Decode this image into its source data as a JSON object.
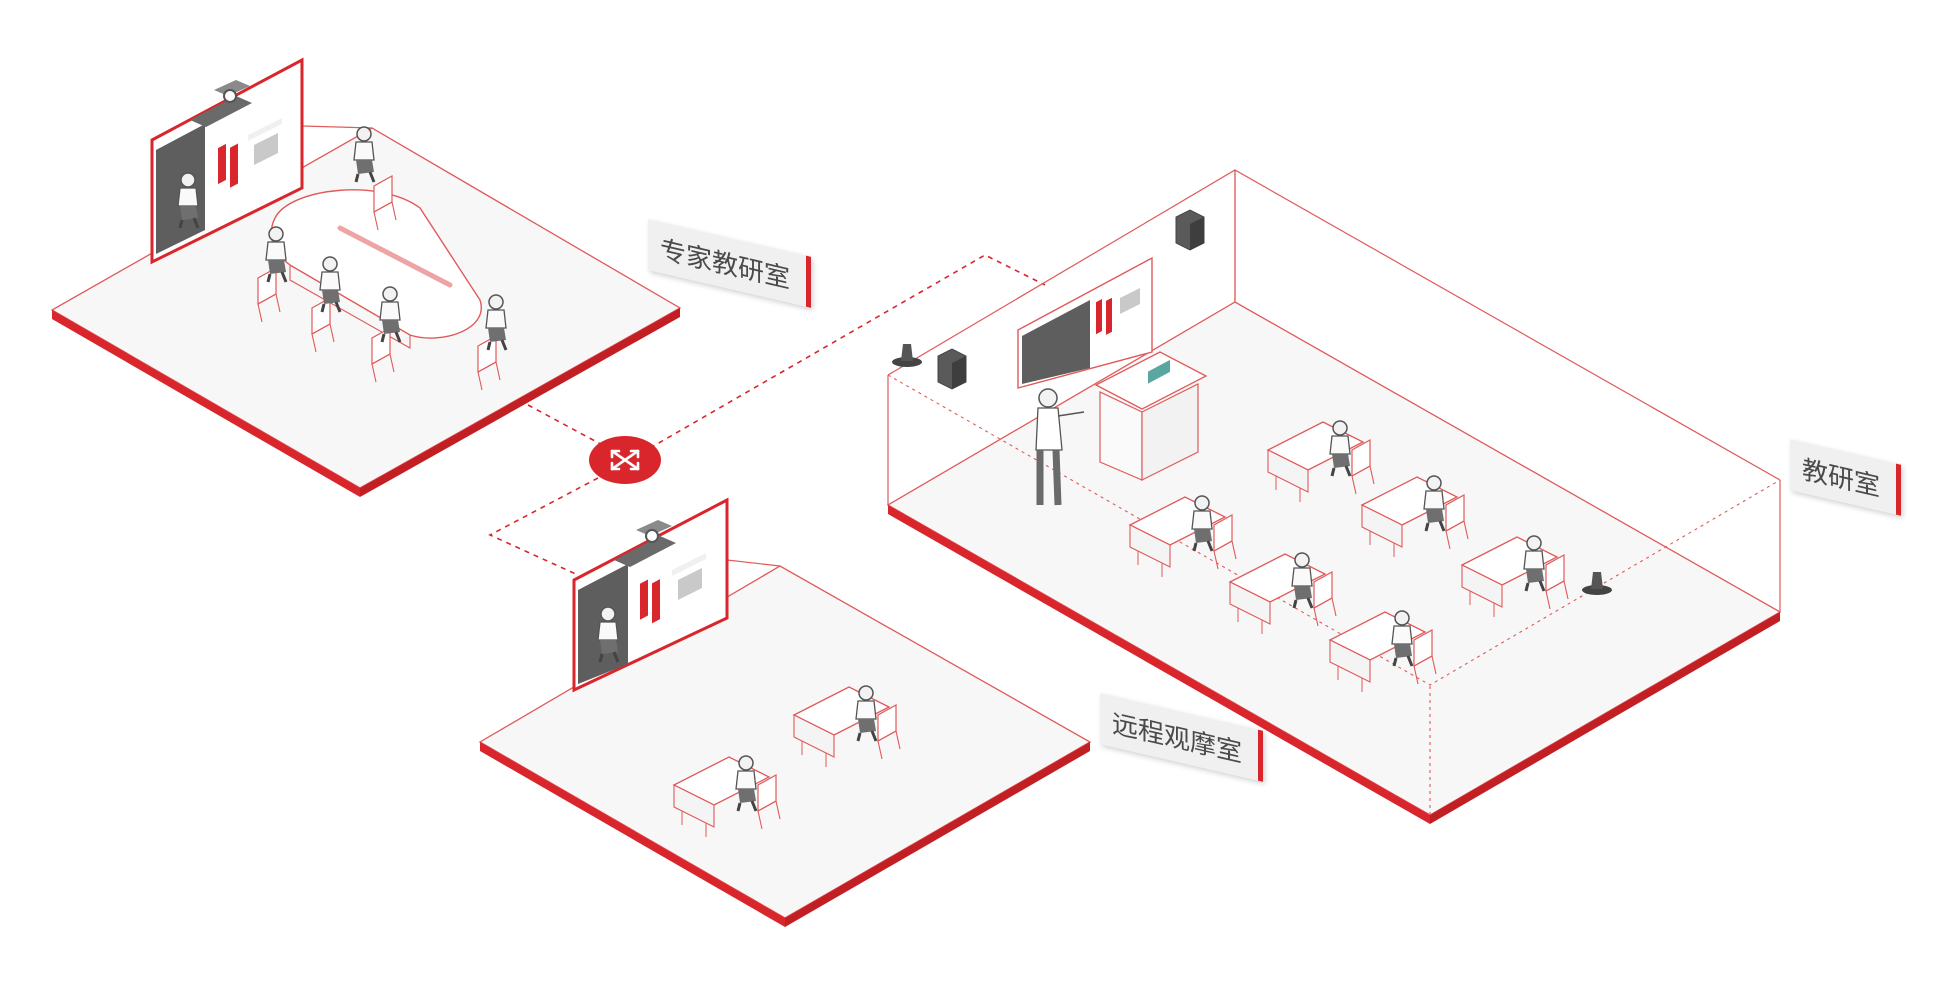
{
  "rooms": {
    "expert": {
      "label": "专家教研室"
    },
    "remote": {
      "label": "远程观摩室"
    },
    "research": {
      "label": "教研室"
    }
  },
  "connection": {
    "hub_icon": "network-hub-icon"
  },
  "colors": {
    "accent": "#d9262c",
    "floor": "#f7f7f7",
    "line": "#e05a5a",
    "dark": "#555555",
    "label_bg": "#f0f0f0",
    "label_text": "#4a4a4a"
  }
}
